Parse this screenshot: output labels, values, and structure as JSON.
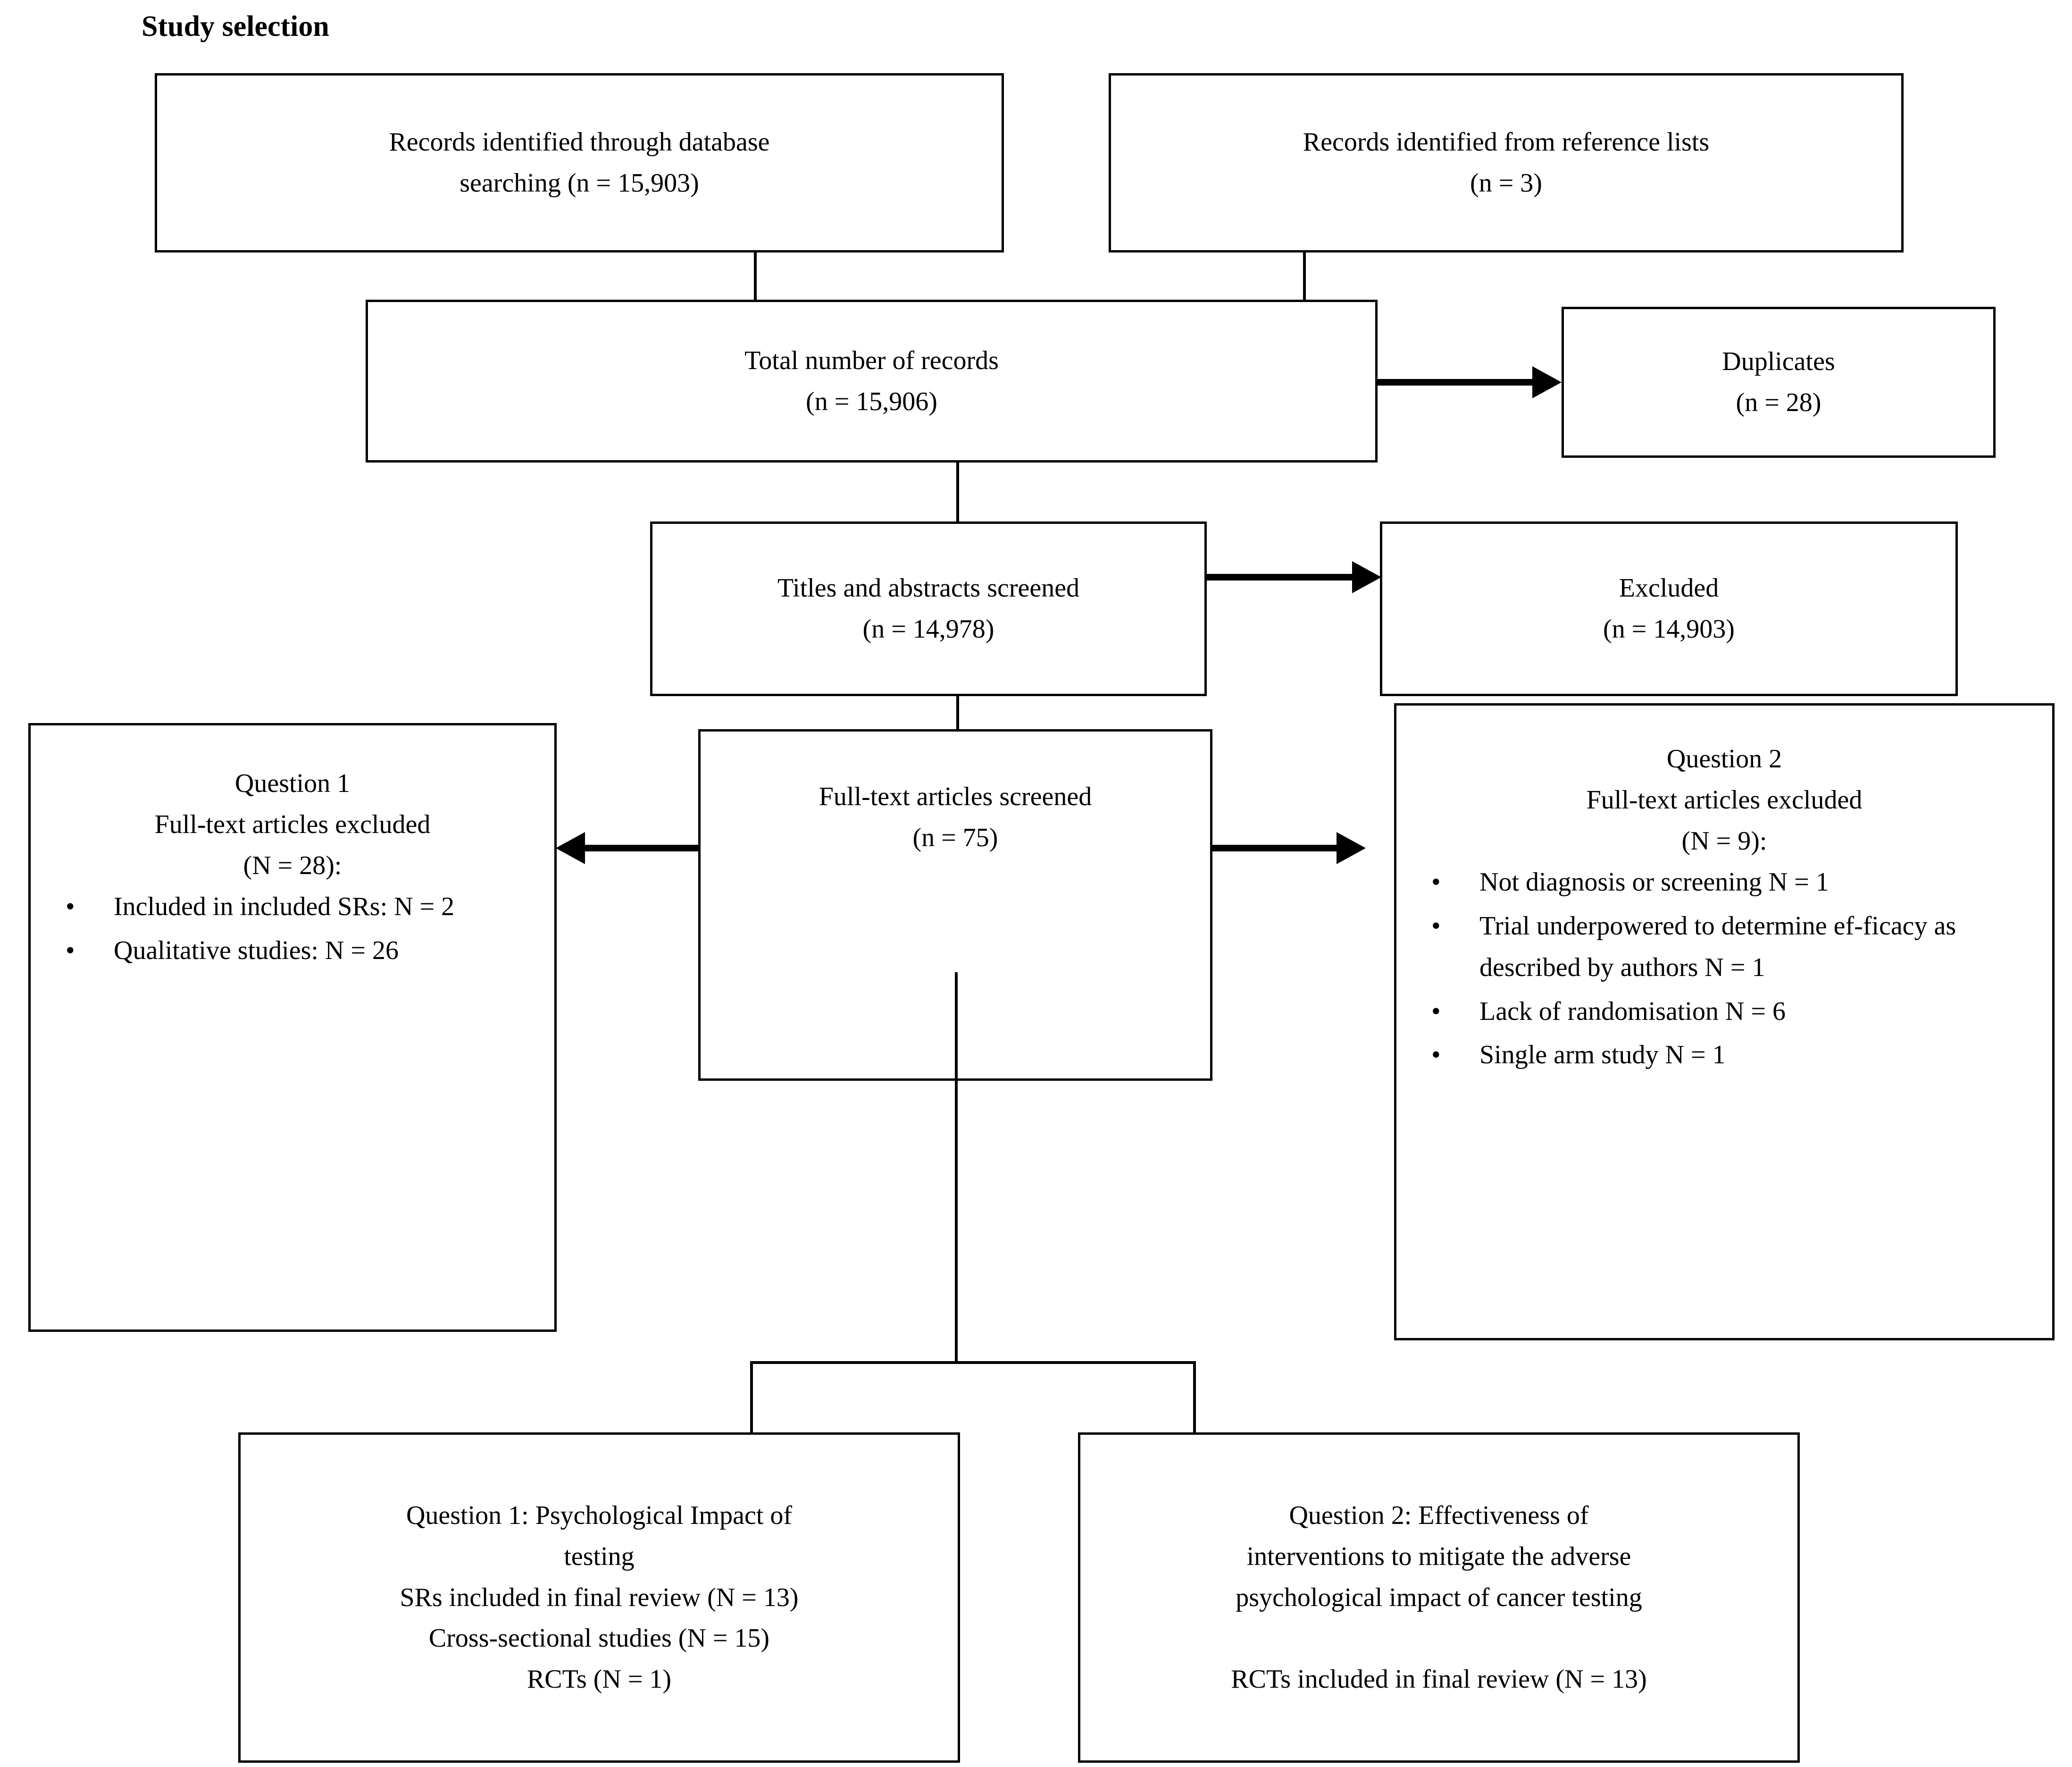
{
  "title": "Study selection",
  "flow": {
    "records_database": {
      "line1": "Records identified through database",
      "line2": "searching (n = 15,903)"
    },
    "records_reference": {
      "line1": "Records identified from reference lists",
      "line2": "(n = 3)"
    },
    "total_records": {
      "line1": "Total number of records",
      "line2": "(n = 15,906)"
    },
    "duplicates": {
      "line1": "Duplicates",
      "line2": "(n = 28)"
    },
    "titles_abstracts": {
      "line1": "Titles and abstracts screened",
      "line2": "(n = 14,978)"
    },
    "excluded": {
      "line1": "Excluded",
      "line2": "(n = 14,903)"
    },
    "fulltext_screened": {
      "line1": "Full-text articles screened",
      "line2": "(n = 75)"
    },
    "question1_excluded": {
      "line1": "Question 1",
      "line2": "Full-text articles excluded",
      "line3": "(N = 28):",
      "bullets": [
        "Included in included SRs: N = 2",
        "Qualitative studies: N = 26"
      ]
    },
    "question2_excluded": {
      "line1": "Question 2",
      "line2": "Full-text articles excluded",
      "line3": "(N = 9):",
      "bullets": [
        "Not diagnosis or screening N = 1",
        "Trial underpowered to determine ef-ficacy as described by authors N = 1",
        "Lack of randomisation N = 6",
        "Single arm study N = 1"
      ]
    },
    "question1_included": {
      "line1": "Question 1: Psychological Impact of",
      "line2": "testing",
      "line3": "SRs included in final review (N = 13)",
      "line4": "Cross-sectional studies (N = 15)",
      "line5": "RCTs (N = 1)"
    },
    "question2_included": {
      "line1": "Question 2: Effectiveness of",
      "line2": "interventions to mitigate the adverse",
      "line3": "psychological impact of cancer testing",
      "line4": "",
      "line5": "RCTs included in final review (N = 13)"
    }
  }
}
